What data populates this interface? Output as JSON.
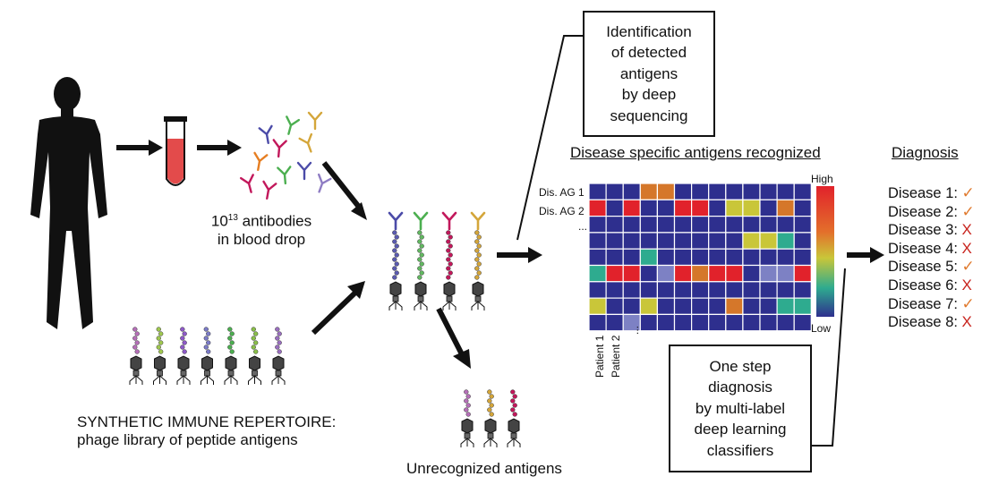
{
  "labels": {
    "antibodies": "10",
    "antibodies_exp": "13",
    "antibodies_rest": " antibodies",
    "antibodies_line2": "in blood drop",
    "repertoire_line1": "SYNTHETIC IMMUNE REPERTOIRE:",
    "repertoire_line2": "phage library of peptide antigens",
    "unrecognized": "Unrecognized antigens",
    "heatmap_title": "Disease specific antigens recognized",
    "diagnosis_title": "Diagnosis",
    "identification_box": "Identification\nof detected\nantigens\nby deep\nsequencing",
    "onestep_box": "One step\ndiagnosis\nby multi-label\ndeep learning\nclassifiers"
  },
  "heatmap": {
    "row_labels": [
      "Dis. AG 1",
      "Dis. AG 2",
      "..."
    ],
    "col_labels": [
      "Patient 1",
      "Patient 2",
      "..."
    ],
    "scale_high": "High",
    "scale_low": "Low",
    "colors": {
      "blue": "#2e2f8e",
      "red": "#e1222b",
      "orange": "#d5772a",
      "teal": "#2eab8f",
      "lavender": "#7d81c4",
      "olive": "#c9c639",
      "yellowgreen": "#b9c63b"
    },
    "grid": [
      "BBBOOBBBBBBBB",
      "RBRBBRRBYYBOB",
      "BBBBBBBBBBBBB",
      "BBBBBBBBBYYTB",
      "BBBTBBBBBBBBB",
      "TRRBLRORRBLLR",
      "BBBBBBBBBBBBB",
      "YBBYBBBBOBBTT",
      "BBLBBBBBBBBBB"
    ]
  },
  "diagnosis": [
    {
      "label": "Disease 1:",
      "mark": "✓",
      "positive": true
    },
    {
      "label": "Disease 2:",
      "mark": "✓",
      "positive": true
    },
    {
      "label": "Disease 3:",
      "mark": "X",
      "positive": false
    },
    {
      "label": "Disease 4:",
      "mark": "X",
      "positive": false
    },
    {
      "label": "Disease 5:",
      "mark": "✓",
      "positive": true
    },
    {
      "label": "Disease 6:",
      "mark": "X",
      "positive": false
    },
    {
      "label": "Disease 7:",
      "mark": "✓",
      "positive": true
    },
    {
      "label": "Disease 8:",
      "mark": "X",
      "positive": false
    }
  ],
  "antibody_colors": [
    "#4b4ba8",
    "#4caf50",
    "#c2185b",
    "#d4a63a",
    "#8e7cc3",
    "#e67e22"
  ]
}
